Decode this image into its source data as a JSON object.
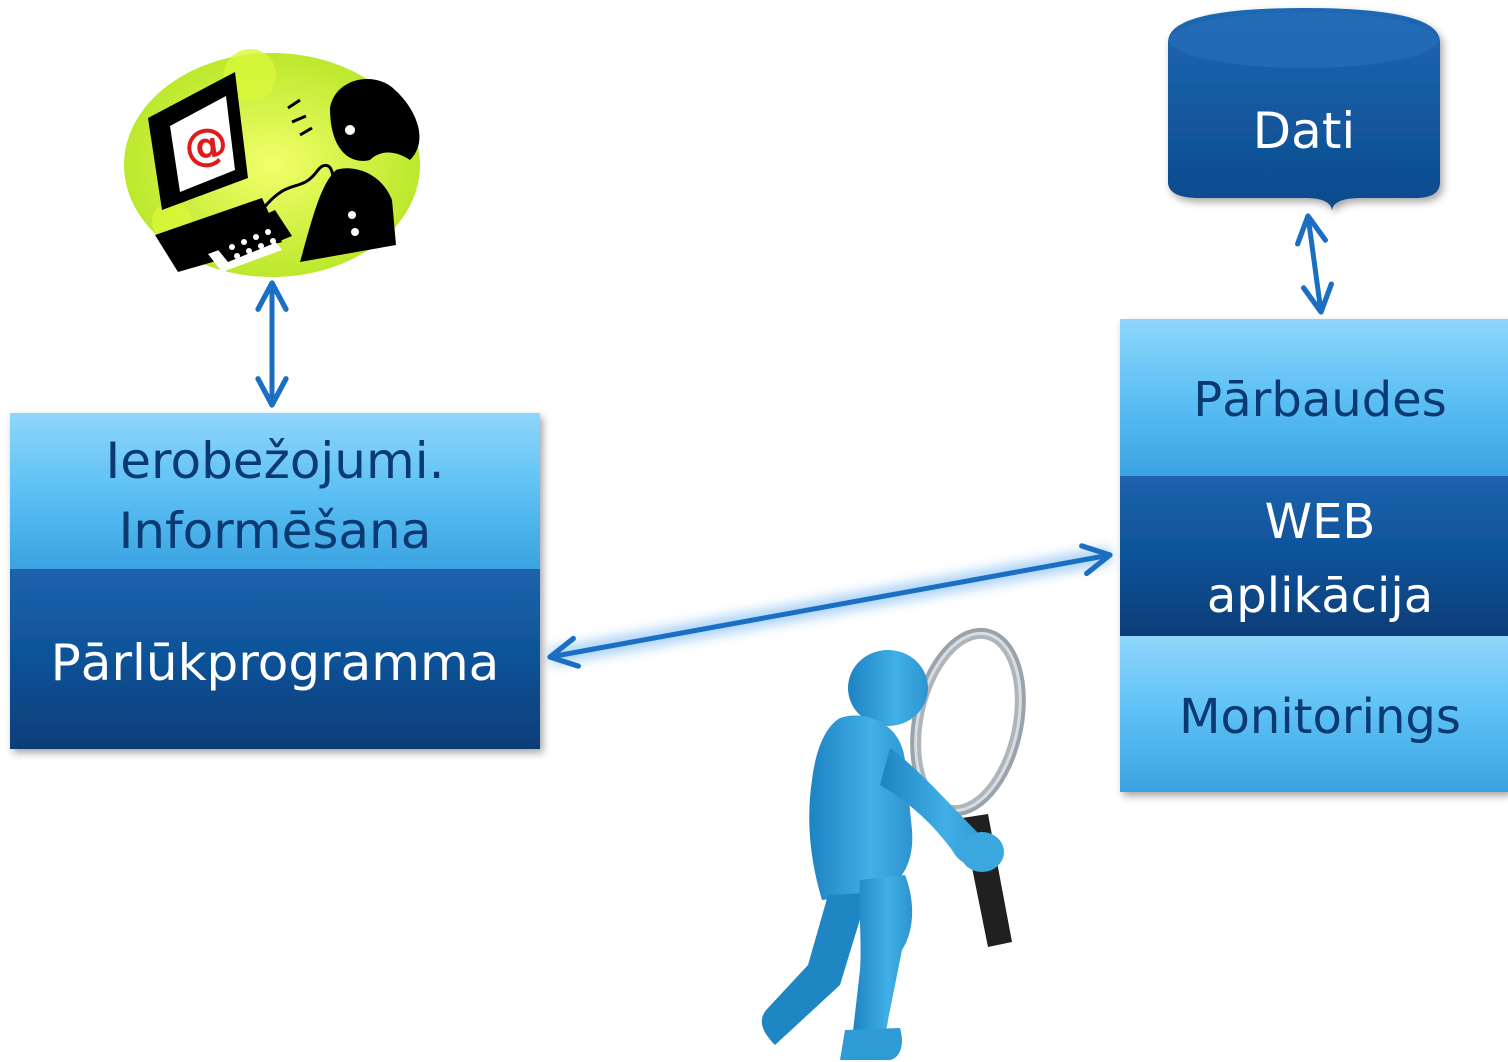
{
  "left_stack": {
    "top_box": {
      "lines": [
        "Ierobežojumi.",
        "Informēšana"
      ]
    },
    "bottom_box": {
      "label": "Pārlūkprogramma"
    }
  },
  "database": {
    "label": "Dati"
  },
  "right_stack": {
    "top_box": {
      "label": "Pārbaudes"
    },
    "middle_box": {
      "lines": [
        "WEB",
        "aplikācija"
      ]
    },
    "bottom_box": {
      "label": "Monitorings"
    }
  },
  "clipart": {
    "user_computer": {
      "icon": "user-at-computer-icon",
      "screen_symbol": "@"
    },
    "inspector": {
      "icon": "person-with-magnifier-icon"
    }
  },
  "colors": {
    "light_box": "#5bbdf2",
    "dark_box": "#0a4f96",
    "arrow": "#1a6fc2",
    "label_light": "#0b3a73",
    "label_dark": "#ffffff",
    "figure": "#35a3dc"
  }
}
